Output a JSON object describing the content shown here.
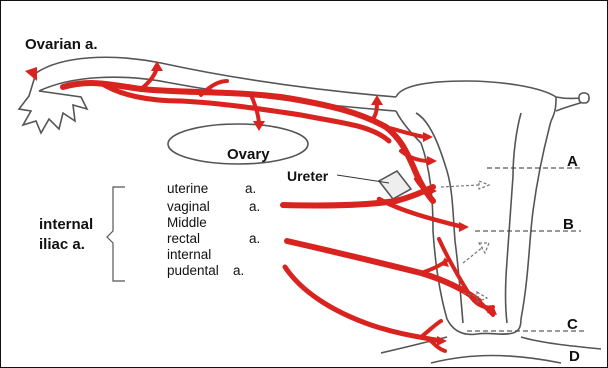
{
  "labels": {
    "ovarian_artery": "Ovarian a.",
    "ovary": "Ovary",
    "ureter": "Ureter",
    "internal_iliac_line1": "internal",
    "internal_iliac_line2": "iliac a.",
    "branches": [
      {
        "name": "uterine",
        "suffix": "a."
      },
      {
        "name": "vaginal",
        "suffix": "a."
      },
      {
        "name": "Middle",
        "suffix": ""
      },
      {
        "name": "rectal",
        "suffix": "a."
      },
      {
        "name": "internal",
        "suffix": ""
      },
      {
        "name": "pudental",
        "suffix": "a."
      }
    ],
    "levels": [
      "A",
      "B",
      "C",
      "D"
    ]
  },
  "colors": {
    "artery": "#d9231f",
    "outline": "#555555",
    "text": "#111111"
  }
}
